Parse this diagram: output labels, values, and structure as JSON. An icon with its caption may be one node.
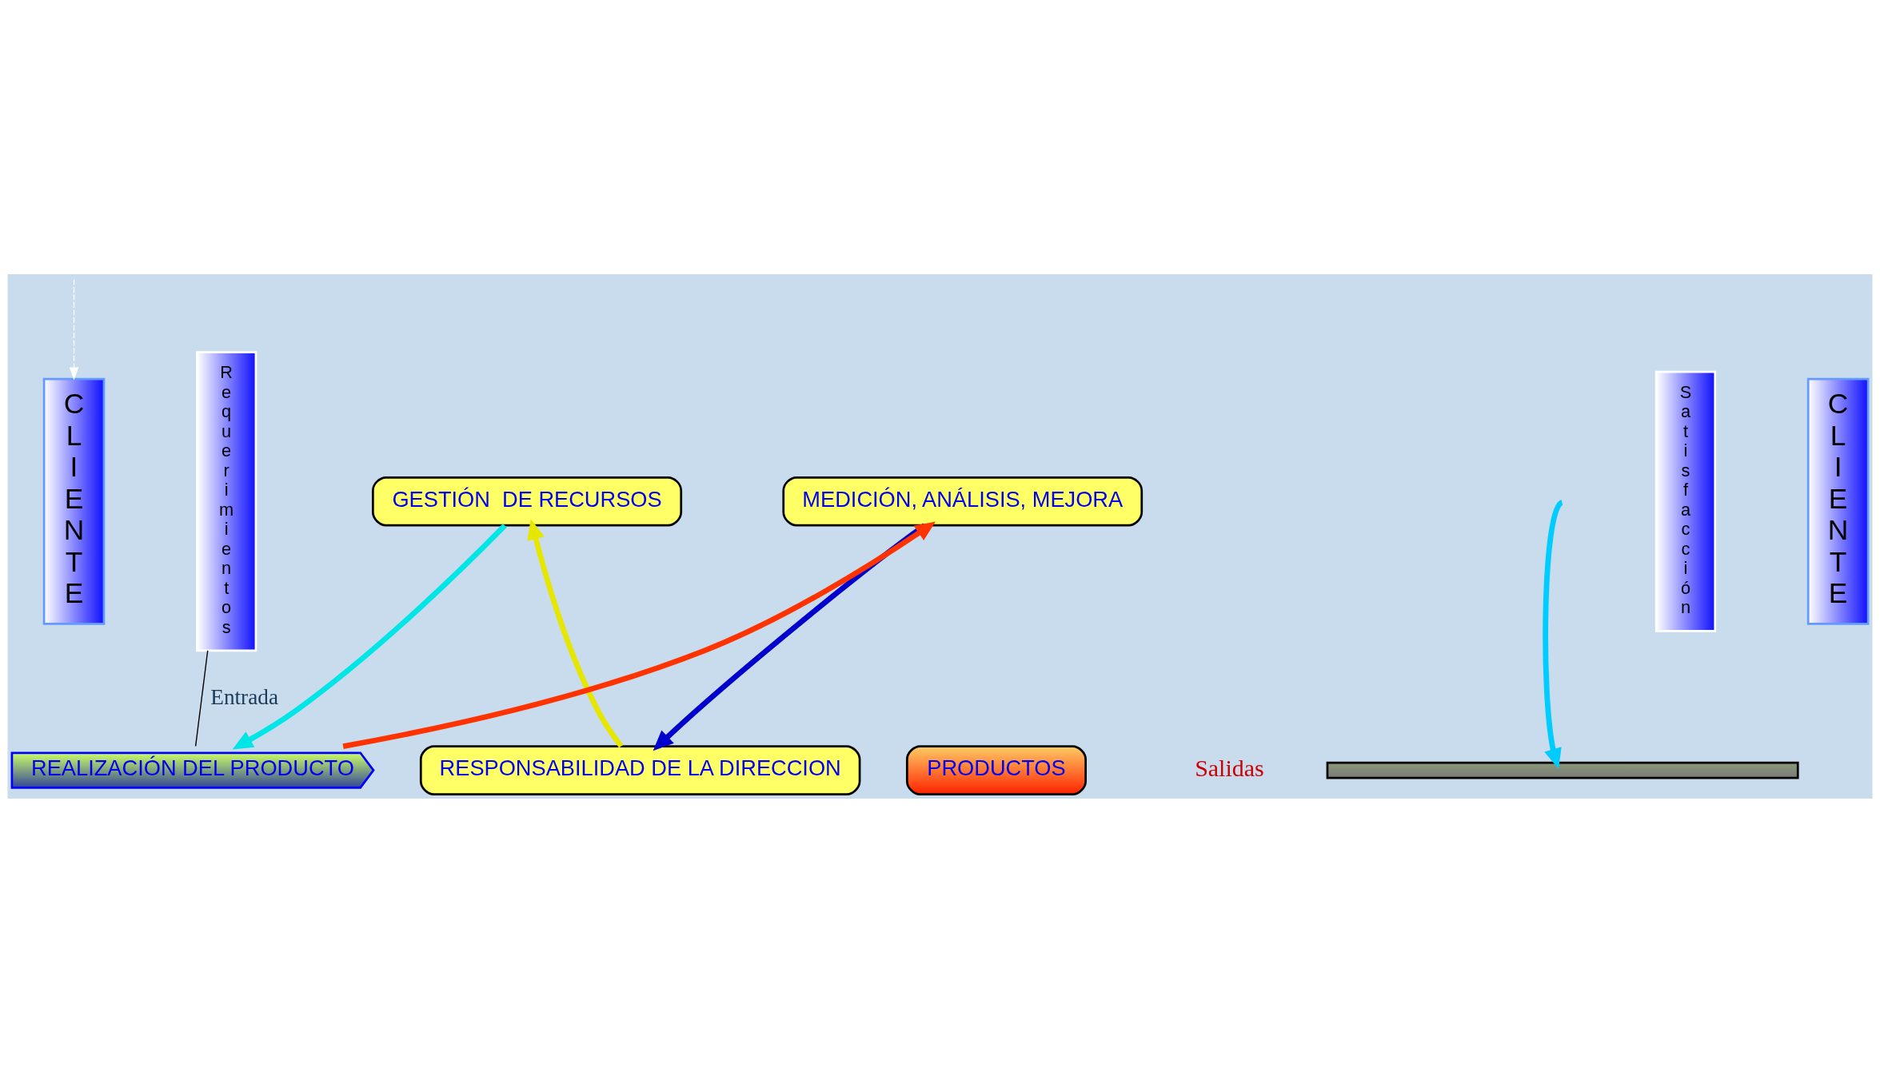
{
  "diagram": {
    "nodes": [
      {
        "text": [
          "CLIENTE"
        ]
      },
      {
        "text": [
          "Requerimientos"
        ]
      },
      {
        "text": [
          "GESTIÓN  DE RECURSOS"
        ]
      },
      {
        "text": [
          "RESPONSABILIDAD DE LA DIRECCION"
        ]
      },
      {
        "text": [
          "MEDICIÓN, ANÁLISIS, MEJORA"
        ]
      },
      {
        "text": [
          "REALIZACIÓN DEL PRODUCTO"
        ]
      },
      {
        "text": [
          "PRODUCTOS"
        ]
      },
      {
        "text": [
          "Satisfacción"
        ]
      },
      {
        "text": [
          "CLIENTE"
        ]
      },
      {
        "text": [],
        "shape": "box"
      }
    ],
    "edges": [
      {
        "from": null,
        "to": 0,
        "arrow": "to",
        "style": "dashed",
        "color": "#ffffff"
      },
      {
        "from": 1,
        "to": 5,
        "arrow": "none",
        "label": "Entrada",
        "color": "#000000"
      },
      {
        "from": 3,
        "to": 2,
        "arrow": "to",
        "color": "#e6e600"
      },
      {
        "from": 2,
        "to": 5,
        "arrow": "to",
        "color": "#00e5e5"
      },
      {
        "from": 5,
        "to": 4,
        "arrow": "to",
        "color": "#ff3300"
      },
      {
        "from": 4,
        "to": 3,
        "arrow": "to",
        "color": "#0000cc"
      },
      {
        "from": null,
        "to": 9,
        "arrow": "to",
        "color": "#00ccff"
      }
    ],
    "labels": [
      "Salidas"
    ]
  }
}
